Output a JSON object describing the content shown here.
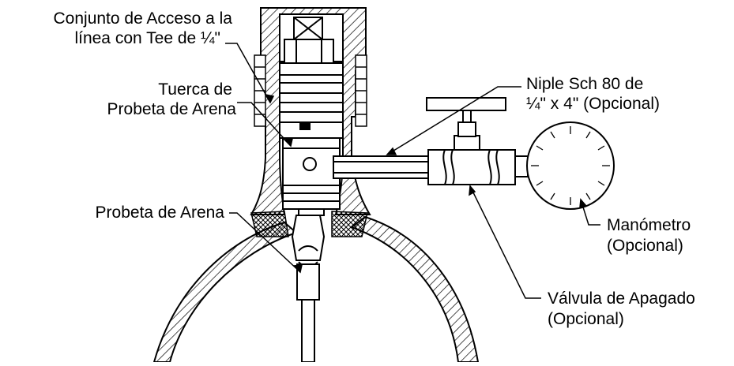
{
  "labels": {
    "access_line1": "Conjunto de Acceso a la",
    "access_line2": "línea con Tee de ¼\"",
    "nut_line1": "Tuerca de",
    "nut_line2": "Probeta de Arena",
    "probe": "Probeta de Arena",
    "nipple_line1": "Niple Sch 80 de",
    "nipple_line2": "¼\" x 4\" (Opcional)",
    "gauge_line1": "Manómetro",
    "gauge_line2": "(Opcional)",
    "valve_line1": "Válvula de Apagado",
    "valve_line2": "(Opcional)"
  },
  "colors": {
    "ink": "#000000",
    "paper": "#ffffff"
  },
  "icons": [
    "gauge-icon",
    "handwheel-icon",
    "hex-nut-icon"
  ]
}
